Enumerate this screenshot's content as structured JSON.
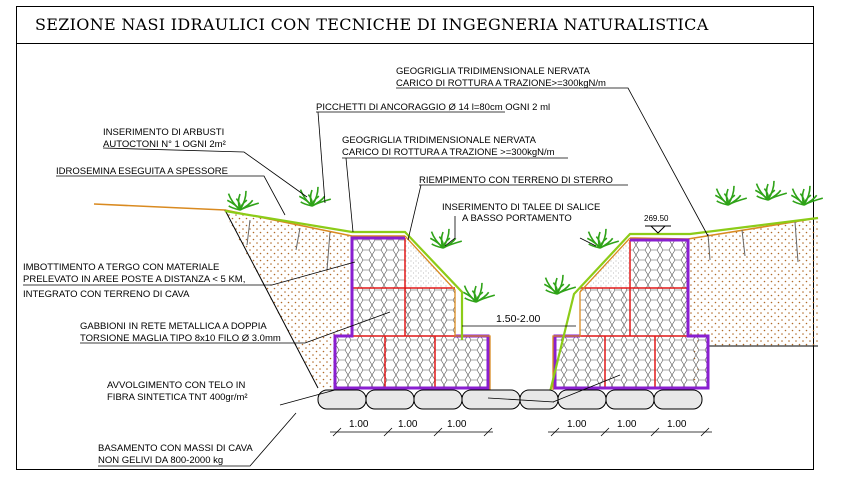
{
  "title": "SEZIONE NASI IDRAULICI CON TECNICHE DI INGEGNERIA NATURALISTICA",
  "labels": {
    "arbusti_1": "INSERIMENTO DI ARBUSTI",
    "arbusti_2": "AUTOCTONI N° 1 OGNI 2m²",
    "idrosemina": "IDROSEMINA ESEGUITA A SPESSORE",
    "picchetti": "PICCHETTI DI ANCORAGGIO Ø 14 l=80cm OGNI 2 ml",
    "geo_left_1": "GEOGRIGLIA TRIDIMENSIONALE NERVATA",
    "geo_left_2": "CARICO DI ROTTURA A TRAZIONE >=300kgN/m",
    "geo_right_1": "GEOGRIGLIA TRIDIMENSIONALE NERVATA",
    "geo_right_2": "CARICO DI ROTTURA A TRAZIONE>=300kgN/m",
    "riempimento": "RIEMPIMENTO CON TERRENO DI STERRO",
    "talee_1": "INSERIMENTO DI TALEE DI SALICE",
    "talee_2": "A BASSO PORTAMENTO",
    "elevation": "269.50",
    "imbott_1": "IMBOTTIMENTO A TERGO CON MATERIALE",
    "imbott_2": "PRELEVATO IN AREE POSTE A DISTANZA < 5 KM,",
    "imbott_3": "INTEGRATO CON TERRENO DI CAVA",
    "gabbioni_1": "GABBIONI IN RETE METALLICA A DOPPIA",
    "gabbioni_2": "TORSIONE MAGLIA TIPO 8x10 FILO Ø 3.0mm",
    "gap": "1.50-2.00",
    "avvolg_1": "AVVOLGIMENTO CON TELO IN",
    "avvolg_2": "FIBRA SINTETICA TNT 400gr/m²",
    "basamento_1": "BASAMENTO CON MASSI DI CAVA",
    "basamento_2": "NON GELIVI DA 800-2000 kg"
  },
  "dimensions": {
    "left": [
      "1.00",
      "1.00",
      "1.00"
    ],
    "right": [
      "1.00",
      "1.00",
      "1.00"
    ]
  },
  "colors": {
    "gabion_outline": "#8a1fd0",
    "gabion_grid": "#e01818",
    "geogrid": "#8ccc18",
    "soil_line": "#d98a20",
    "soil_dots": "#b06b2a",
    "plant": "#2fa318"
  }
}
